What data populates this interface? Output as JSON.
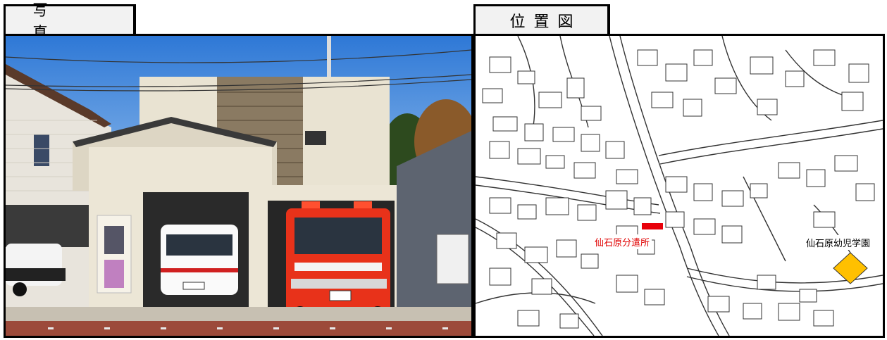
{
  "photo": {
    "title": "写 真"
  },
  "map": {
    "title": "位置図",
    "station_label": "仙石原分遣所",
    "school_label": "仙石原幼児学園",
    "colors": {
      "station": "#e8000a",
      "school": "#ffc000",
      "roads": "#333333"
    }
  },
  "colors": {
    "sky": "#4f8fdc",
    "fire_truck": "#e8321a",
    "building_wall": "#e9e3d2"
  }
}
